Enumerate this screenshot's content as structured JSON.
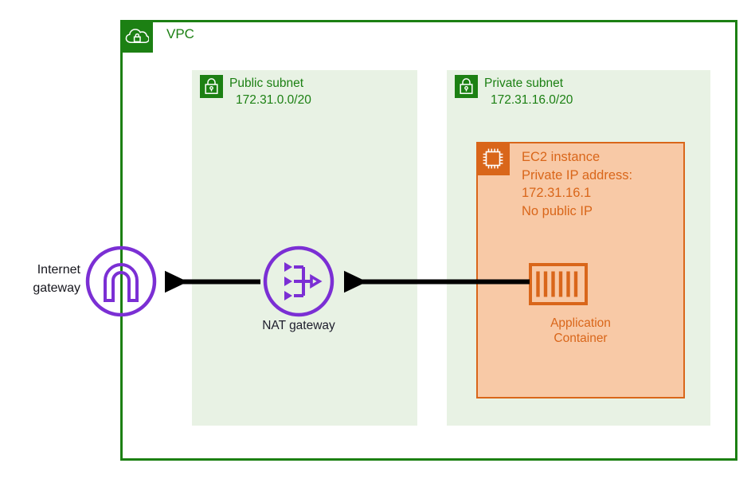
{
  "diagram": {
    "title": "AWS VPC with NAT gateway and private EC2 instance",
    "colors": {
      "vpc_green": "#1c8013",
      "subnet_fill": "#e8f2e4",
      "ec2_orange": "#d9661a",
      "ec2_fill": "#f8c9a6",
      "gateway_purple": "#7b2fd4",
      "arrow_black": "#000000"
    }
  },
  "vpc": {
    "label": "VPC",
    "icon": "vpc-cloud-lock-icon"
  },
  "subnets": [
    {
      "key": "public",
      "name": "Public subnet",
      "cidr": "172.31.0.0/20",
      "icon": "padlock-icon"
    },
    {
      "key": "private",
      "name": "Private subnet",
      "cidr": "172.31.16.0/20",
      "icon": "padlock-icon"
    }
  ],
  "ec2": {
    "icon": "ec2-chip-icon",
    "lines": [
      "EC2 instance",
      "Private IP address:",
      "172.31.16.1",
      "No public IP"
    ],
    "line1": "EC2 instance",
    "line2": "Private IP address:",
    "line3": "172.31.16.1",
    "line4": "No public IP"
  },
  "container": {
    "icon": "application-container-icon",
    "label_line1": "Application",
    "label_line2": "Container"
  },
  "nat_gateway": {
    "label": "NAT gateway",
    "icon": "nat-gateway-icon"
  },
  "internet_gateway": {
    "label_line1": "Internet",
    "label_line2": "gateway",
    "icon": "internet-gateway-icon"
  },
  "connections": [
    {
      "name": "container-to-nat-gateway",
      "from": "Application Container",
      "to": "NAT gateway",
      "direction": "left"
    },
    {
      "name": "nat-gateway-to-internet-gateway",
      "from": "NAT gateway",
      "to": "Internet gateway",
      "direction": "left"
    }
  ]
}
